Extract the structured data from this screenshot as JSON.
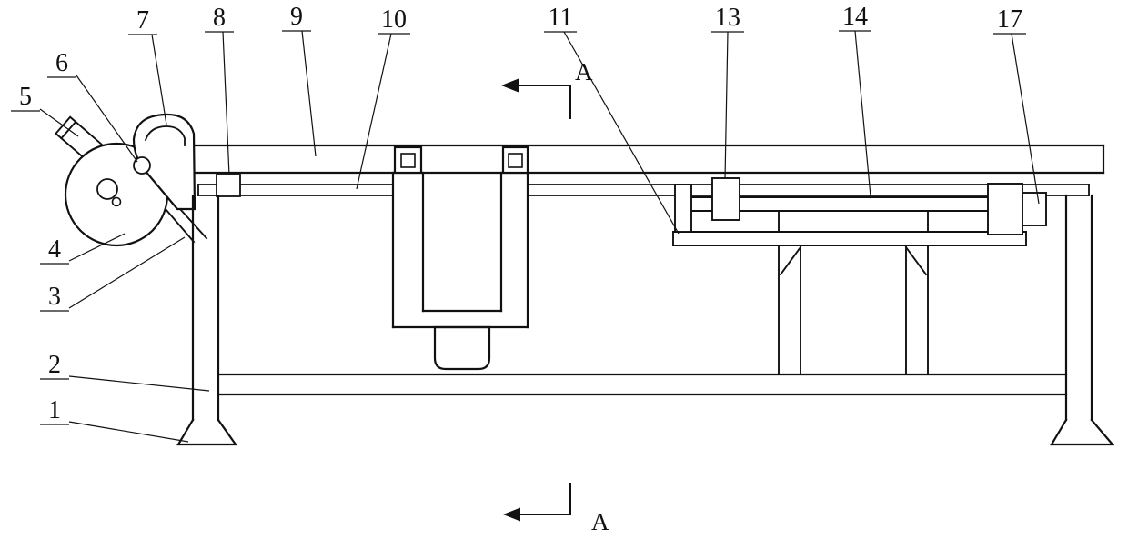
{
  "figure": {
    "type": "patent-line-drawing",
    "description": "Side elevation of a bench machine with wheel bracket, center actuator and sliding carriage",
    "background_color": "#ffffff",
    "line_color": "#111111",
    "section_marker": "A",
    "callouts": {
      "c1": "1",
      "c2": "2",
      "c3": "3",
      "c4": "4",
      "c5": "5",
      "c6": "6",
      "c7": "7",
      "c8": "8",
      "c9": "9",
      "c10": "10",
      "c11": "11",
      "c13": "13",
      "c14": "14",
      "c17": "17"
    }
  }
}
